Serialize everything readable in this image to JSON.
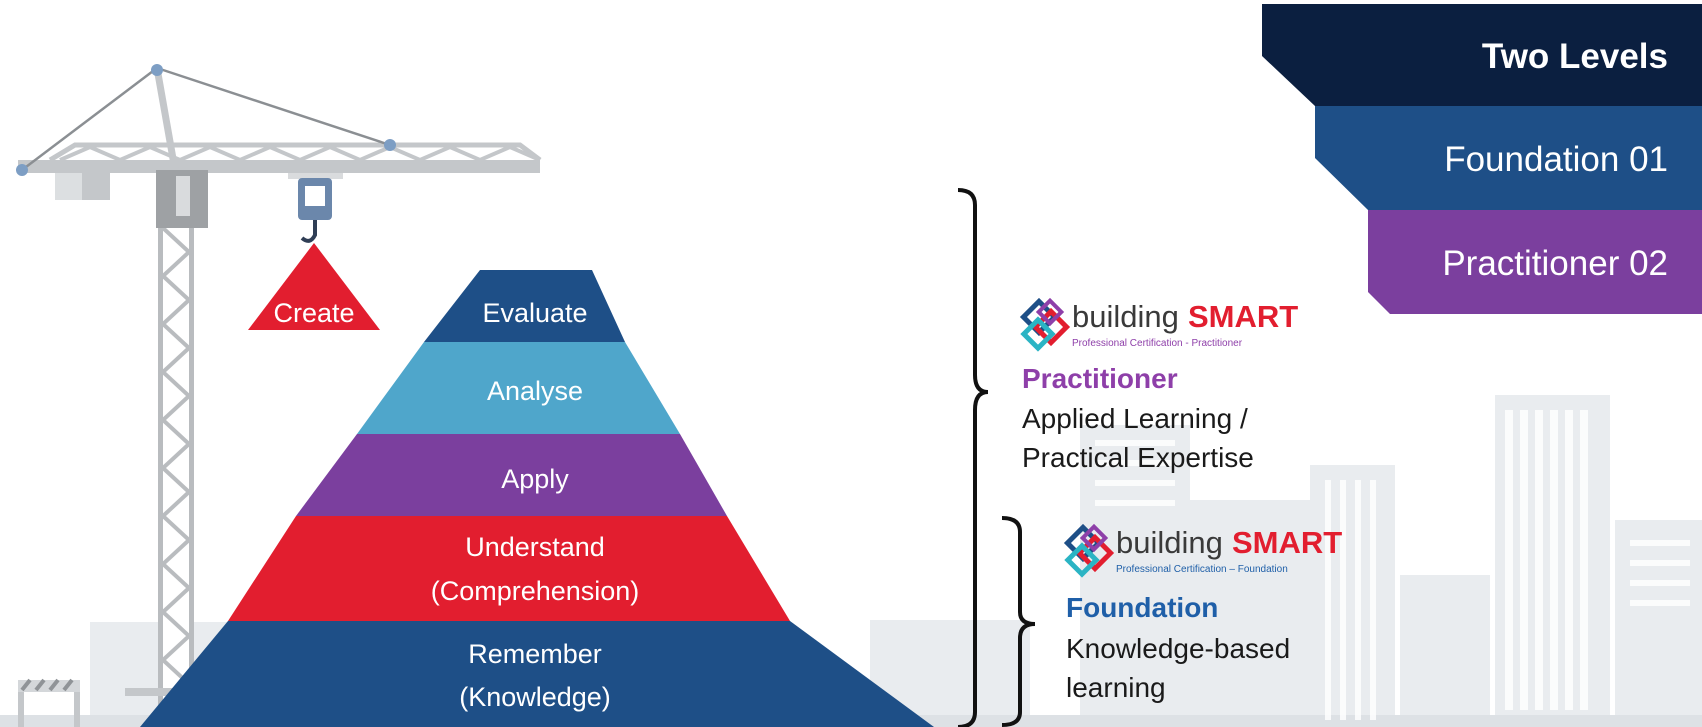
{
  "levels_panel": {
    "title": "Two Levels",
    "items": [
      {
        "label": "Foundation 01",
        "color": "#1e4f87"
      },
      {
        "label": "Practitioner 02",
        "color": "#7b3f9e"
      }
    ],
    "title_color": "#0b1f40"
  },
  "crane": {
    "block_label": "Create",
    "block_color": "#e21e2f"
  },
  "pyramid": {
    "tiers": [
      {
        "line1": "Evaluate",
        "line2": "",
        "color": "#1e4f87"
      },
      {
        "line1": "Analyse",
        "line2": "",
        "color": "#4fa6cb"
      },
      {
        "line1": "Apply",
        "line2": "",
        "color": "#7b3f9e"
      },
      {
        "line1": "Understand",
        "line2": "(Comprehension)",
        "color": "#e21e2f"
      },
      {
        "line1": "Remember",
        "line2": "(Knowledge)",
        "color": "#1e4f87"
      }
    ]
  },
  "practitioner": {
    "brand_prefix": "building",
    "brand_name": "SMART",
    "brand_mark": ".",
    "brand_subtitle": "Professional Certification - Practitioner",
    "title": "Practitioner",
    "title_color": "#8e3fa9",
    "desc_line1": "Applied Learning /",
    "desc_line2": "Practical Expertise"
  },
  "foundation": {
    "brand_prefix": "building",
    "brand_name": "SMART",
    "brand_mark": ".",
    "brand_subtitle": "Professional Certification – Foundation",
    "title": "Foundation",
    "title_color": "#1f5fa8",
    "desc_line1": "Knowledge-based",
    "desc_line2": "learning"
  }
}
